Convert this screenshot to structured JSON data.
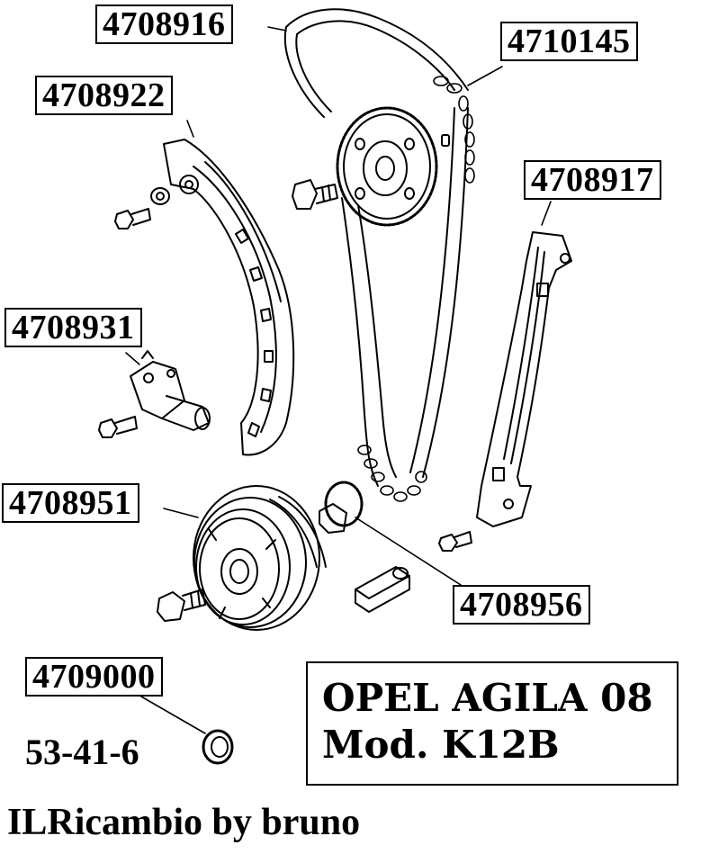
{
  "parts": {
    "timing_chain": "4708916",
    "camshaft_sprocket": "4710145",
    "tensioner_rail": "4708922",
    "guide_rail": "4708917",
    "chain_tensioner": "4708931",
    "crankshaft_pulley": "4708951",
    "crankshaft_sprocket": "4708956",
    "oil_seal": "4709000"
  },
  "reference_code": "53-41-6",
  "model": {
    "line1": "OPEL AGILA 08",
    "line2": "Mod. K12B"
  },
  "footer": "ILRicambio by bruno"
}
